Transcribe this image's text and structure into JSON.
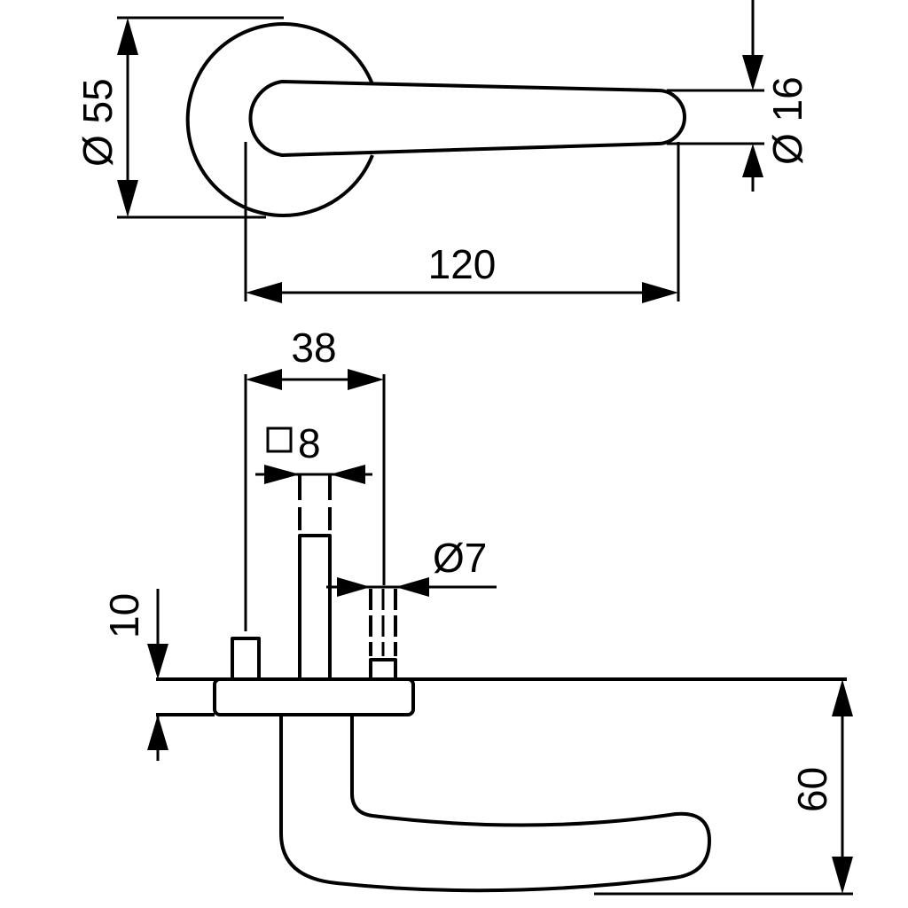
{
  "drawing": {
    "top_view": {
      "rosette_diameter": "Ø 55",
      "lever_diameter": "Ø 16",
      "lever_length": "120"
    },
    "side_view": {
      "spindle_spacing": "38",
      "square_spindle": "8",
      "pin_diameter": "Ø7",
      "rosette_height": "10",
      "lever_drop": "60"
    }
  },
  "colors": {
    "line": "#000000",
    "background": "#ffffff"
  }
}
